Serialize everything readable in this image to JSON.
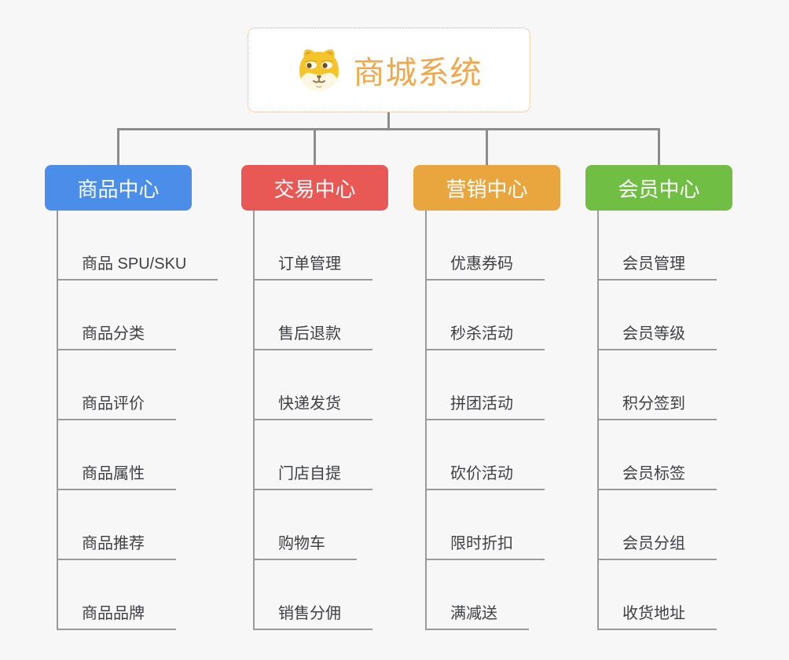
{
  "root": {
    "title": "商城系统",
    "icon": "dog-face-icon",
    "title_color": "#F0A84E",
    "border_color": "#F0A73C"
  },
  "connector_color": "#8D8D8D",
  "branches": [
    {
      "label": "商品中心",
      "color": "#4A8EE9",
      "items": [
        "商品 SPU/SKU",
        "商品分类",
        "商品评价",
        "商品属性",
        "商品推荐",
        "商品品牌"
      ]
    },
    {
      "label": "交易中心",
      "color": "#E85955",
      "items": [
        "订单管理",
        "售后退款",
        "快递发货",
        "门店自提",
        "购物车",
        "销售分佣"
      ]
    },
    {
      "label": "营销中心",
      "color": "#EAA63E",
      "items": [
        "优惠券码",
        "秒杀活动",
        "拼团活动",
        "砍价活动",
        "限时折扣",
        "满减送"
      ]
    },
    {
      "label": "会员中心",
      "color": "#70BE44",
      "items": [
        "会员管理",
        "会员等级",
        "积分签到",
        "会员标签",
        "会员分组",
        "收货地址"
      ]
    }
  ]
}
